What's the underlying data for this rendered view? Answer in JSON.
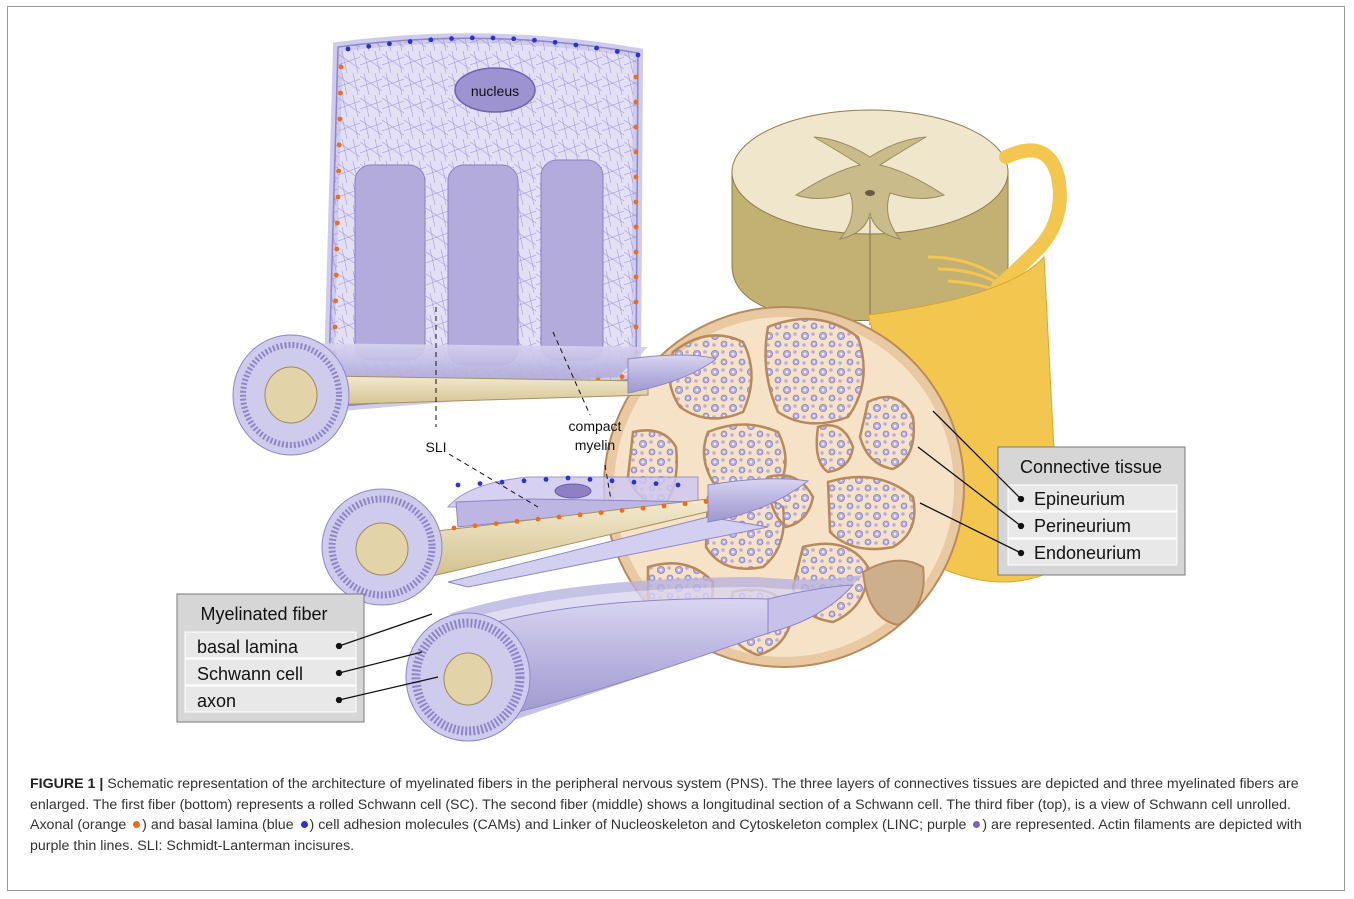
{
  "labels": {
    "nucleus": "nucleus",
    "sli": "SLI",
    "compact_myelin_1": "compact",
    "compact_myelin_2": "myelin"
  },
  "connective_box": {
    "title": "Connective tissue",
    "items": [
      "Epineurium",
      "Perineurium",
      "Endoneurium"
    ]
  },
  "myelinated_box": {
    "title": "Myelinated fiber",
    "items": [
      "basal lamina",
      "Schwann cell",
      "axon"
    ]
  },
  "caption": {
    "figure_label": "FIGURE 1 |",
    "part1": " Schematic representation of the architecture of myelinated fibers in the peripheral nervous system (PNS). The three layers of connectives tissues are depicted and three myelinated fibers are enlarged. The first fiber (bottom) represents a rolled Schwann cell (SC). The second fiber (middle) shows a longitudinal section of a Schwann cell. The third fiber (top), is a view of Schwann cell unrolled. Axonal (orange ",
    "part2": ") and basal lamina (blue ",
    "part3": ") cell adhesion molecules (CAMs) and Linker of Nucleoskeleton and Cytoskeleton complex (LINC; purple ",
    "part4": ") are represented. Actin filaments are depicted with purple thin lines. SLI: Schmidt-Lanterman incisures."
  },
  "colors": {
    "axonal_cam": "#f26a1b",
    "basal_lamina_cam": "#2f2fd6",
    "linc": "#7b5fc9",
    "schwann": "#b9b3df",
    "axon": "#e4d6ad",
    "connective": "#f3c74f",
    "nerve": "#f3dcc0"
  }
}
